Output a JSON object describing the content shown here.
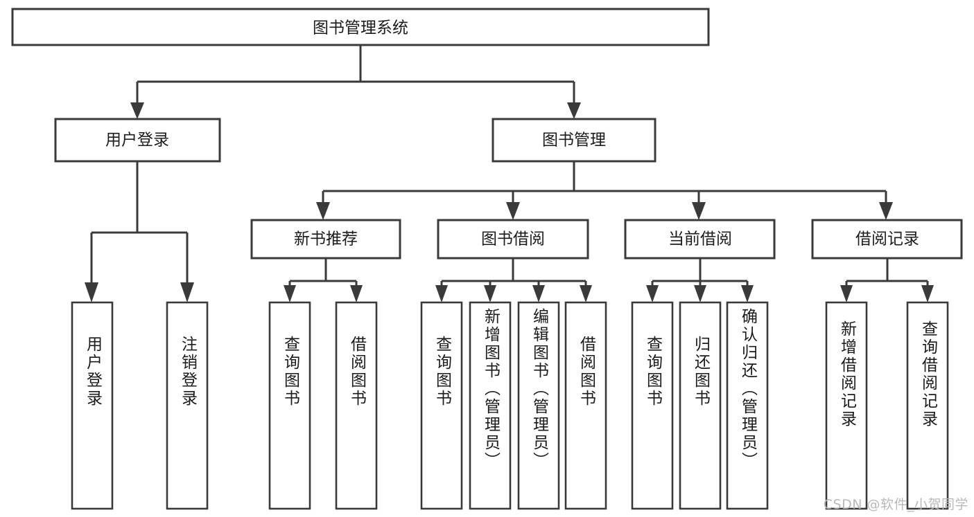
{
  "diagram": {
    "title_node": {
      "id": "root",
      "label": "图书管理系统"
    },
    "level1": [
      {
        "id": "user-login",
        "label": "用户登录"
      },
      {
        "id": "book-management",
        "label": "图书管理"
      }
    ],
    "level2": [
      {
        "id": "new-book-recommend",
        "label": "新书推荐"
      },
      {
        "id": "book-borrow",
        "label": "图书借阅"
      },
      {
        "id": "current-borrow",
        "label": "当前借阅"
      },
      {
        "id": "borrow-record",
        "label": "借阅记录"
      }
    ],
    "leaves": {
      "user_login": [
        {
          "id": "leaf-user-login",
          "label": "用户登录"
        },
        {
          "id": "leaf-logout",
          "label": "注销登录"
        }
      ],
      "new_book_recommend": [
        {
          "id": "leaf-query-book-1",
          "label": "查询图书"
        },
        {
          "id": "leaf-borrow-book-1",
          "label": "借阅图书"
        }
      ],
      "book_borrow": [
        {
          "id": "leaf-query-book-2",
          "label": "查询图书"
        },
        {
          "id": "leaf-add-book",
          "label": "新增图书（管理员）"
        },
        {
          "id": "leaf-edit-book",
          "label": "编辑图书（管理员）"
        },
        {
          "id": "leaf-borrow-book-2",
          "label": "借阅图书"
        }
      ],
      "current_borrow": [
        {
          "id": "leaf-query-book-3",
          "label": "查询图书"
        },
        {
          "id": "leaf-return-book",
          "label": "归还图书"
        },
        {
          "id": "leaf-confirm-return",
          "label": "确认归还（管理员）"
        }
      ],
      "borrow_record": [
        {
          "id": "leaf-add-record",
          "label": "新增借阅记录"
        },
        {
          "id": "leaf-query-record",
          "label": "查询借阅记录"
        }
      ]
    }
  },
  "watermark": {
    "text": "CSDN @软件_小贺同学"
  },
  "colors": {
    "stroke": "#3a3a3a",
    "box_fill": "#ffffff",
    "text": "#1b1b1b",
    "watermark": "#b9b9b9",
    "background": "#ffffff"
  }
}
